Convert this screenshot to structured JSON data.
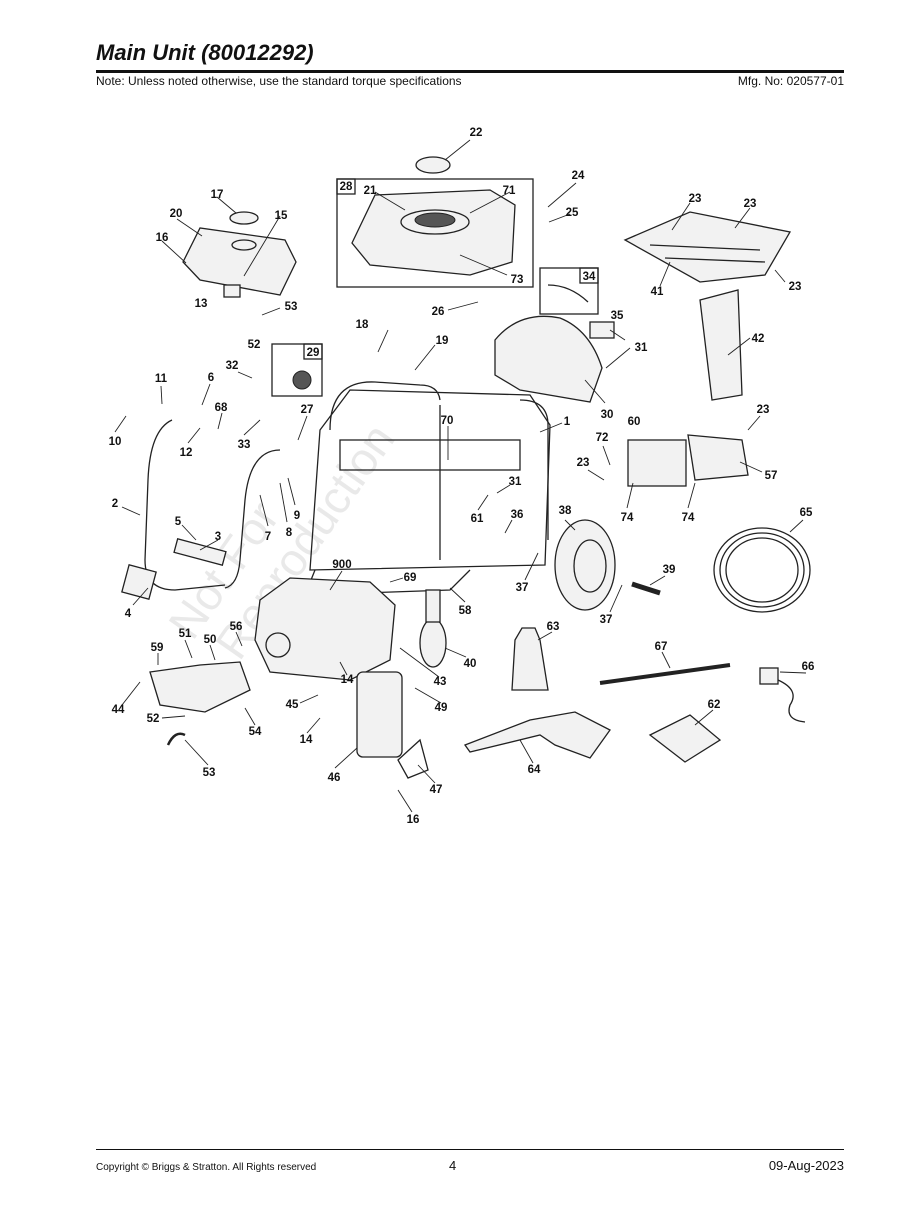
{
  "header": {
    "title": "Main Unit (80012292)",
    "note": "Note: Unless noted otherwise, use the standard torque specifications",
    "mfg_no": "Mfg. No: 020577-01"
  },
  "footer": {
    "copyright": "Copyright ©  Briggs & Stratton. All Rights reserved",
    "page": "4",
    "date": "09-Aug-2023"
  },
  "watermark": {
    "line1": "Not For",
    "line2": "Reproduction"
  },
  "boxed_callouts": [
    "28",
    "29",
    "34"
  ],
  "callouts": [
    "22",
    "24",
    "25",
    "17",
    "20",
    "15",
    "16",
    "21",
    "71",
    "73",
    "23",
    "23",
    "23",
    "41",
    "13",
    "53",
    "52",
    "26",
    "18",
    "19",
    "35",
    "31",
    "42",
    "32",
    "6",
    "11",
    "68",
    "10",
    "12",
    "33",
    "27",
    "70",
    "1",
    "30",
    "23",
    "60",
    "72",
    "23",
    "57",
    "31",
    "61",
    "36",
    "74",
    "74",
    "2",
    "5",
    "3",
    "7",
    "8",
    "9",
    "900",
    "69",
    "38",
    "65",
    "37",
    "39",
    "37",
    "4",
    "58",
    "63",
    "40",
    "59",
    "51",
    "50",
    "56",
    "67",
    "66",
    "44",
    "14",
    "43",
    "45",
    "49",
    "52",
    "54",
    "62",
    "14",
    "46",
    "64",
    "53",
    "47",
    "16"
  ]
}
